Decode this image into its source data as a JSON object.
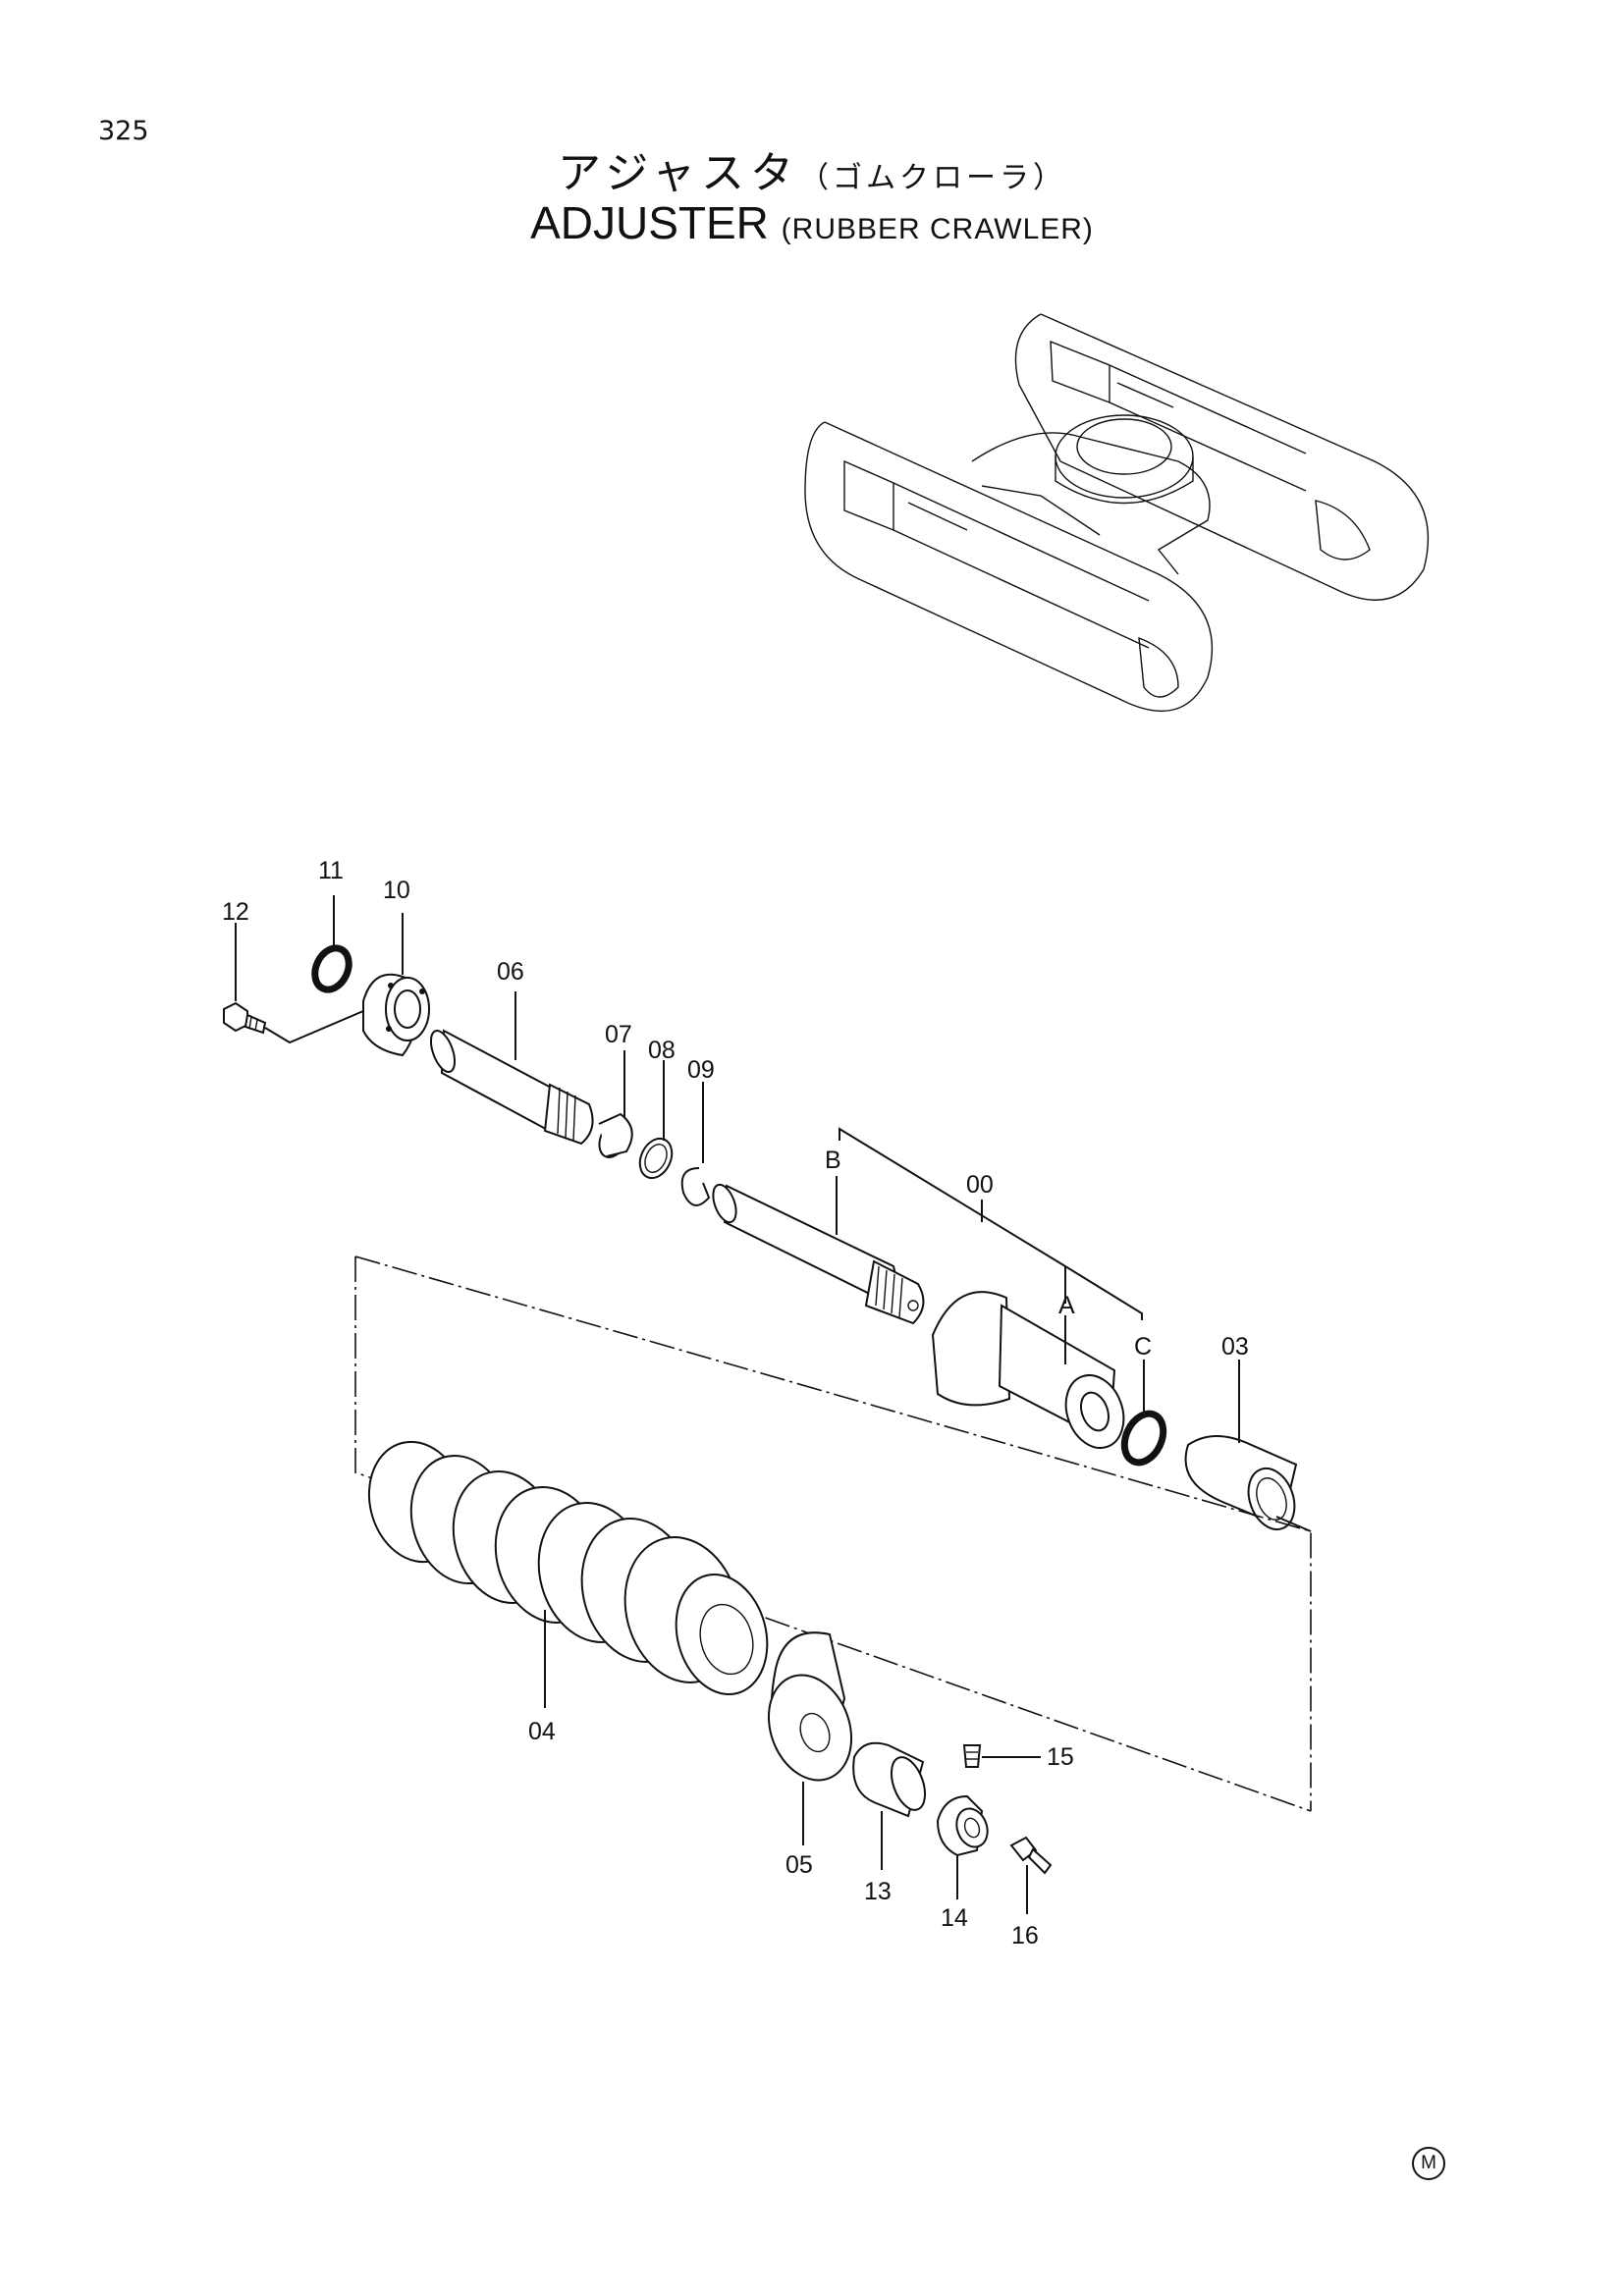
{
  "page_number": "325",
  "title": {
    "japanese": "アジャスタ",
    "japanese_sub": "（ゴムクローラ）",
    "english": "ADJUSTER",
    "english_sub": "(RUBBER CRAWLER)"
  },
  "callouts": {
    "p00": "00",
    "pA": "A",
    "pB": "B",
    "pC": "C",
    "p03": "03",
    "p04": "04",
    "p05": "05",
    "p06": "06",
    "p07": "07",
    "p08": "08",
    "p09": "09",
    "p10": "10",
    "p11": "11",
    "p12": "12",
    "p13": "13",
    "p14": "14",
    "p15": "15",
    "p16": "16"
  },
  "mark": "M"
}
